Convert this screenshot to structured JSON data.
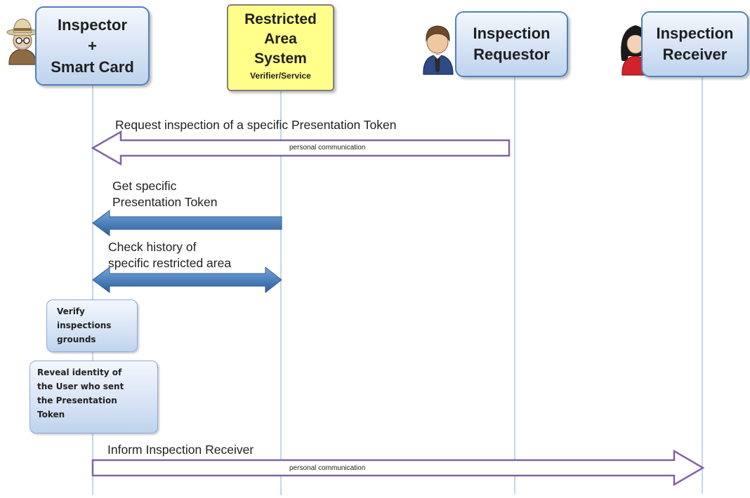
{
  "participants": {
    "inspector": {
      "label": "Inspector\n+\nSmart Card"
    },
    "system": {
      "label": "Restricted\nArea\nSystem",
      "sublabel": "Verifier/Service"
    },
    "requestor": {
      "label": "Inspection\nRequestor"
    },
    "receiver": {
      "label": "Inspection\nReceiver"
    }
  },
  "messages": [
    {
      "label": "Request inspection of a specific Presentation Token",
      "sublabel": "personal communication",
      "from": "Inspection Requestor",
      "to": "Inspector",
      "style": "open-arrow"
    },
    {
      "label": "Get  specific\nPresentation Token",
      "from": "Restricted Area System",
      "to": "Inspector",
      "style": "solid-arrow"
    },
    {
      "label": "Check history of\nspecific restricted area",
      "between": [
        "Inspector",
        "Restricted Area System"
      ],
      "style": "solid-double-arrow"
    },
    {
      "label": "Inform Inspection Receiver",
      "sublabel": "personal communication",
      "from": "Inspector",
      "to": "Inspection Receiver",
      "style": "open-arrow"
    }
  ],
  "notes": [
    {
      "label": "Verify\ninspections\ngrounds"
    },
    {
      "label": "Reveal identity of\nthe User who sent\nthe Presentation\nToken"
    }
  ],
  "colors": {
    "actor_border": "#4f81bd",
    "system_fill": "#ffff8a",
    "open_arrow_outline": "#8064a2",
    "solid_arrow_fill": "#4f81bd",
    "lifeline": "#9dc3e6"
  }
}
